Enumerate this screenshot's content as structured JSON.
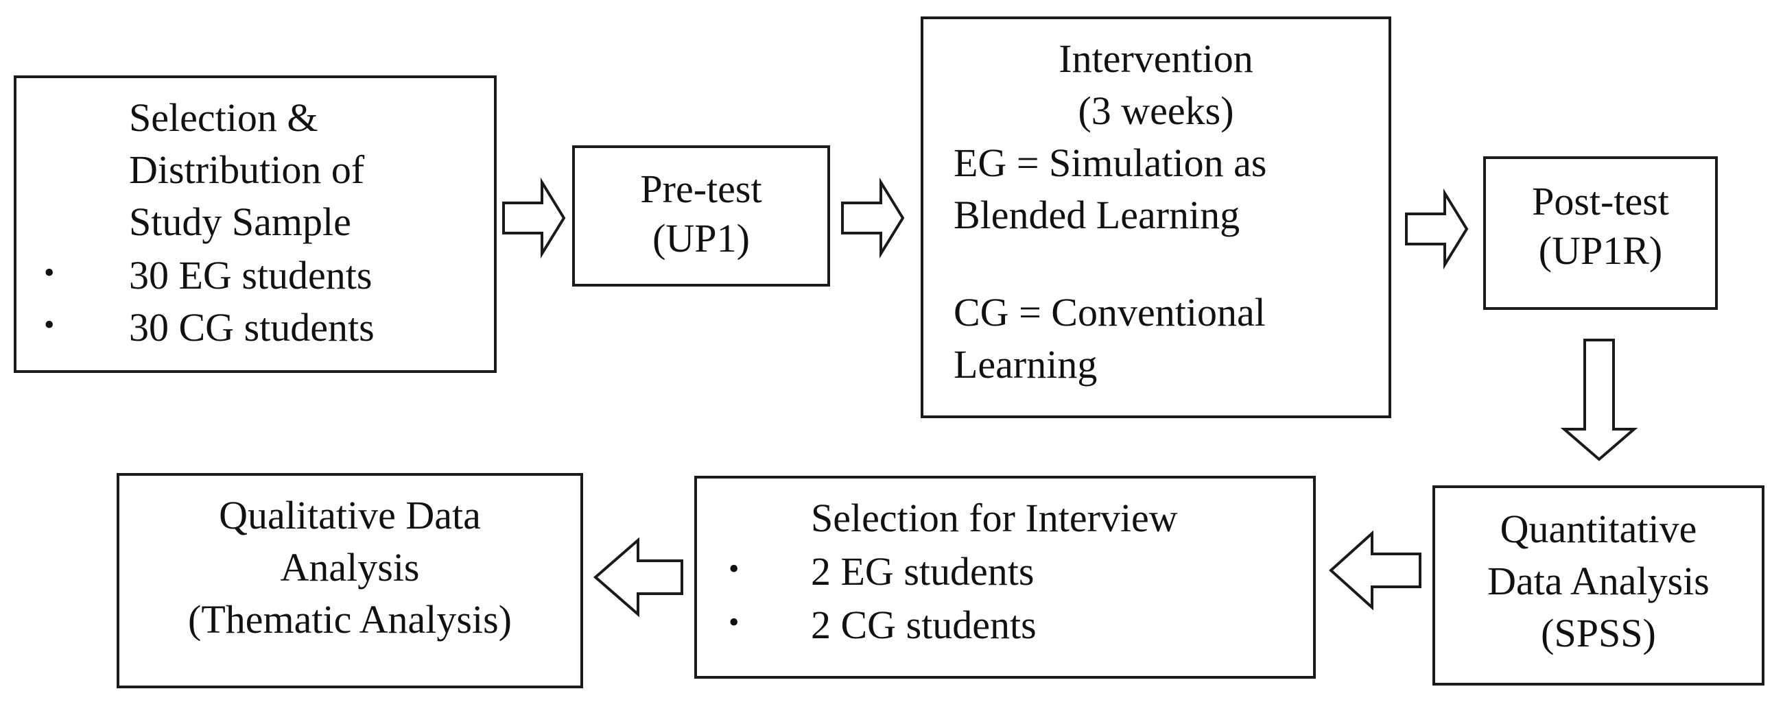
{
  "boxes": {
    "selection": {
      "lines": [
        "Selection &",
        "Distribution of",
        "Study Sample"
      ],
      "bullets": [
        "30 EG students",
        "30 CG students"
      ]
    },
    "pretest": {
      "lines": [
        "Pre-test",
        "(UP1)"
      ]
    },
    "intervention": {
      "title_lines": [
        "Intervention",
        "(3 weeks)"
      ],
      "eg_lines": [
        "EG = Simulation as",
        "Blended Learning"
      ],
      "cg_lines": [
        "CG = Conventional",
        "Learning"
      ]
    },
    "posttest": {
      "lines": [
        "Post-test",
        "(UP1R)"
      ]
    },
    "quantitative": {
      "lines": [
        "Quantitative",
        "Data Analysis",
        "(SPSS)"
      ]
    },
    "interview": {
      "title": "Selection for Interview",
      "bullets": [
        "2 EG students",
        "2 CG students"
      ]
    },
    "qualitative": {
      "lines": [
        "Qualitative Data",
        "Analysis",
        "(Thematic Analysis)"
      ]
    }
  },
  "bullet_glyph": "•"
}
